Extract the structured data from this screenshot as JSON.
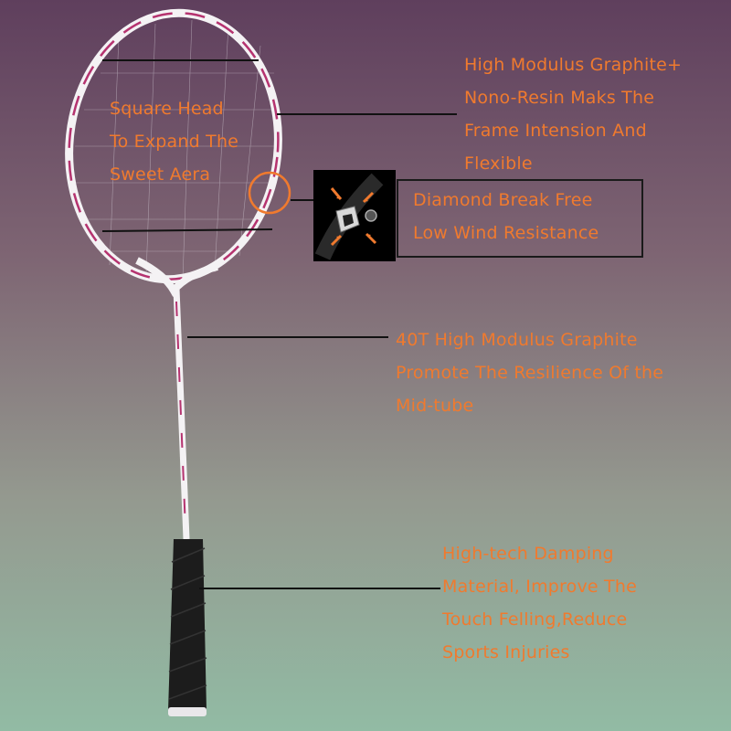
{
  "callouts": {
    "head": {
      "lines": [
        "Square Head",
        "To Expand The",
        "Sweet Aera"
      ]
    },
    "frame": {
      "lines": [
        "High Modulus Graphite+",
        "Nono-Resin Maks The",
        "Frame Intension And",
        "Flexible"
      ]
    },
    "diamond": {
      "lines": [
        "Diamond Break Free",
        "Low Wind Resistance"
      ]
    },
    "tube": {
      "lines": [
        "40T High Modulus Graphite",
        "Promote The Resilience Of the",
        "Mid-tube"
      ]
    },
    "handle": {
      "lines": [
        "High-tech Damping",
        "Material, Improve The",
        "Touch Felling,Reduce",
        "Sports Injuries"
      ]
    }
  },
  "colors": {
    "callout_text": "#f07a2e",
    "leader_line": "#111111",
    "frame_white": "#f4f2f4",
    "frame_accent": "#b5336f",
    "grip": "#1c1c1c"
  },
  "icons": {
    "inset": "racket-frame-cross-section-icon",
    "highlight": "highlight-circle-icon",
    "product": "badminton-racket-icon"
  }
}
